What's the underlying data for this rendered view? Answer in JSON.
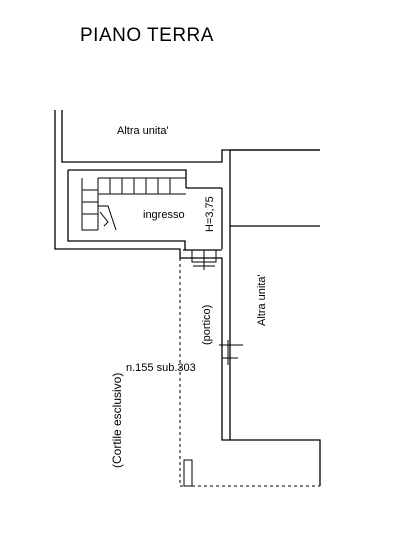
{
  "plan": {
    "title": "PIANO TERRA",
    "labels": {
      "other_unit_top": "Altra unita'",
      "other_unit_right": "Altra unita'",
      "entrance": "ingresso",
      "height": "H=3,75",
      "porch": "(portico)",
      "parcel_ref": "n.155 sub.303",
      "courtyard": "(Cortile esclusivo)"
    }
  }
}
